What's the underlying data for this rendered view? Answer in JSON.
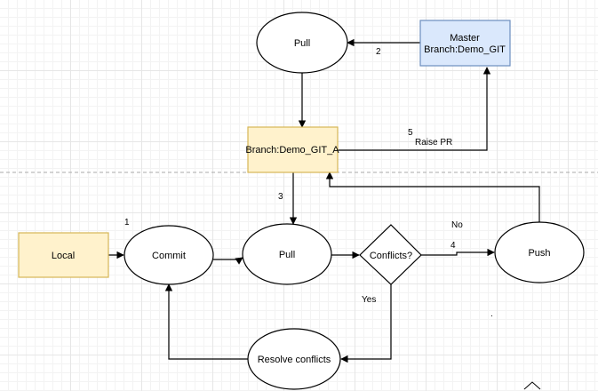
{
  "colors": {
    "stroke": "#000000",
    "master_fill": "#dae8fc",
    "master_stroke": "#6c8ebf",
    "branch_fill": "#fff2cc",
    "branch_stroke": "#d6b656",
    "page_split": "#aaaaaa"
  },
  "nodes": {
    "pull_top": "Pull",
    "master_line1": "Master",
    "master_line2": "Branch:Demo_GIT",
    "branch": "Branch:Demo_GIT_A",
    "local": "Local",
    "commit": "Commit",
    "pull_mid": "Pull",
    "conflicts": "Conflicts?",
    "push": "Push",
    "resolve": "Resolve conflicts"
  },
  "edge_labels": {
    "step1": "1",
    "step2": "2",
    "step3": "3",
    "step4": "4",
    "step5": "5",
    "raise_pr": "Raise PR",
    "no": "No",
    "yes": "Yes"
  },
  "misc": {
    "dot": "."
  }
}
